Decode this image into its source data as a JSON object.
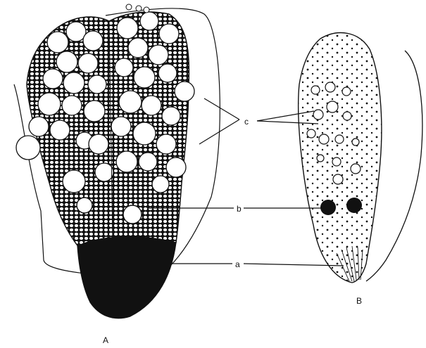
{
  "figure": {
    "panels": [
      {
        "id": "A",
        "label": "A"
      },
      {
        "id": "B",
        "label": "B"
      }
    ],
    "callouts": [
      {
        "id": "c",
        "label": "c"
      },
      {
        "id": "b",
        "label": "b"
      },
      {
        "id": "a",
        "label": "a"
      }
    ]
  },
  "colors": {
    "ink": "#111111",
    "paper": "#ffffff"
  }
}
